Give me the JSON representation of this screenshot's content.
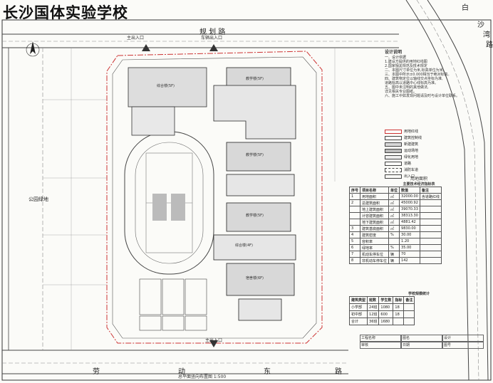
{
  "drawing": {
    "title": "长沙国体实验学校",
    "caption": "总平面竖向布置图  1:500"
  },
  "roads": {
    "north": "规 划 路",
    "south": [
      "劳",
      "动",
      "东",
      "路"
    ],
    "east": [
      "沙",
      "湾",
      "路"
    ],
    "east_top": "白",
    "west_green": "公园绿地"
  },
  "gates": {
    "north_main": "主出入口",
    "north_vehicle": "车辆出入口",
    "south_main": "主出入口"
  },
  "buildings": [
    {
      "name": "综合楼",
      "floors": "(5F)"
    },
    {
      "name": "教学楼",
      "floors": "(5F)"
    },
    {
      "name": "教学楼",
      "floors": "(5F)"
    },
    {
      "name": "教学楼",
      "floors": "(5F)"
    },
    {
      "name": "综合楼",
      "floors": "(4F)"
    },
    {
      "name": "宿舍楼",
      "floors": "(6F)"
    }
  ],
  "notes": {
    "heading": "设计说明",
    "lines": [
      "一、设计依据",
      "1.建设方提供的用地红线图",
      "2.国家相关规范及技术规定",
      "二、本图尺寸单位为米,标高单位为米。",
      "三、本图中所示±0.000相当于绝对标高。",
      "四、建筑物定位以轴线交点坐标为准,",
      "道路标高以道路中心线标高为准。",
      "五、图中未注明的其他做法,",
      "详见相关专业图纸。",
      "六、施工中如发现问题请及时与设计单位联系。"
    ]
  },
  "legend": {
    "items": [
      "用地红线",
      "建筑控制线",
      "新建建筑",
      "运动场地",
      "绿化用地",
      "道路",
      "消防车道",
      "出入口"
    ]
  },
  "stats_table": {
    "title": "主要技术经济指标表",
    "heading_note": "用地面积",
    "header": [
      "序号",
      "项目名称",
      "单位",
      "数值",
      "备注"
    ],
    "rows": [
      [
        "1",
        "用地面积",
        "㎡",
        "32000.00",
        "含道路红线"
      ],
      [
        "2",
        "总建筑面积",
        "㎡",
        "45000.92",
        ""
      ],
      [
        "",
        "地上建筑面积",
        "㎡",
        "39070.33",
        ""
      ],
      [
        "",
        "计容建筑面积",
        "㎡",
        "38313.30",
        ""
      ],
      [
        "",
        "地下建筑面积",
        "㎡",
        "4881.42",
        ""
      ],
      [
        "3",
        "建筑基底面积",
        "㎡",
        "9830.00",
        ""
      ],
      [
        "4",
        "建筑密度",
        "%",
        "30.00",
        ""
      ],
      [
        "5",
        "容积率",
        "",
        "1.20",
        ""
      ],
      [
        "6",
        "绿地率",
        "%",
        "35.00",
        ""
      ],
      [
        "7",
        "机动车停车位",
        "辆",
        "70",
        ""
      ],
      [
        "8",
        "非机动车停车位",
        "辆",
        "142",
        ""
      ]
    ]
  },
  "class_table": {
    "title": "学校规模统计",
    "header": [
      "建筑类型",
      "班数",
      "学生数",
      "指标",
      "备注"
    ],
    "rows": [
      [
        "小学部",
        "24班",
        "1080",
        "18",
        ""
      ],
      [
        "初中部",
        "12班",
        "600",
        "18",
        ""
      ],
      [
        "合计",
        "36班",
        "1680",
        "",
        ""
      ]
    ]
  },
  "title_block": {
    "labels": [
      "工程名称",
      "图名",
      "设计",
      "审核",
      "日期",
      "图号"
    ]
  }
}
